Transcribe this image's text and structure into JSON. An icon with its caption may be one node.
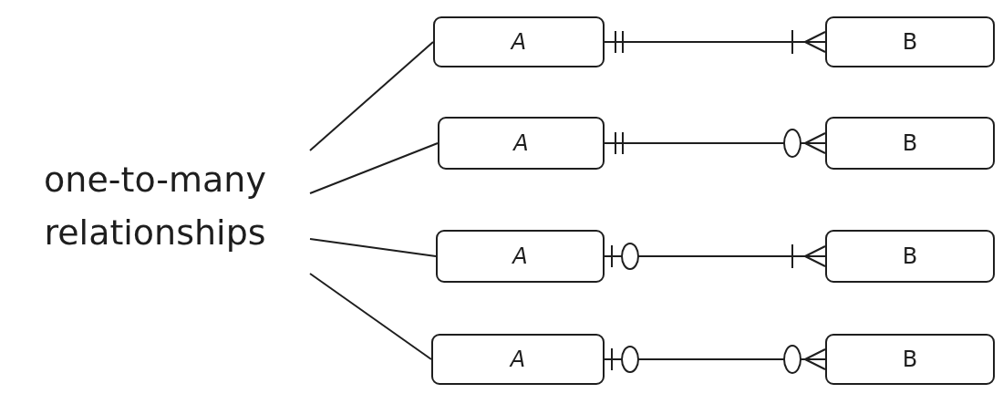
{
  "diagram": {
    "nodes": [
      {
        "text": [
          "one-to-many relationships"
        ]
      },
      {
        "text": [
          "A"
        ]
      },
      {
        "text": [
          "B"
        ]
      },
      {
        "text": [
          "A"
        ]
      },
      {
        "text": [
          "B"
        ]
      },
      {
        "text": [
          "A"
        ]
      },
      {
        "text": [
          "B"
        ]
      },
      {
        "text": [
          "A"
        ]
      },
      {
        "text": [
          "B"
        ]
      }
    ],
    "edges": [
      {
        "from": 0,
        "to": 1,
        "arrow": "none"
      },
      {
        "from": 0,
        "to": 3,
        "arrow": "none"
      },
      {
        "from": 0,
        "to": 5,
        "arrow": "none"
      },
      {
        "from": 0,
        "to": 7,
        "arrow": "none"
      },
      {
        "from": 1,
        "to": 2,
        "arrow": "other"
      },
      {
        "from": 3,
        "to": 4,
        "arrow": "other"
      },
      {
        "from": 5,
        "to": 6,
        "arrow": "other"
      },
      {
        "from": 7,
        "to": 8,
        "arrow": "other"
      }
    ]
  }
}
